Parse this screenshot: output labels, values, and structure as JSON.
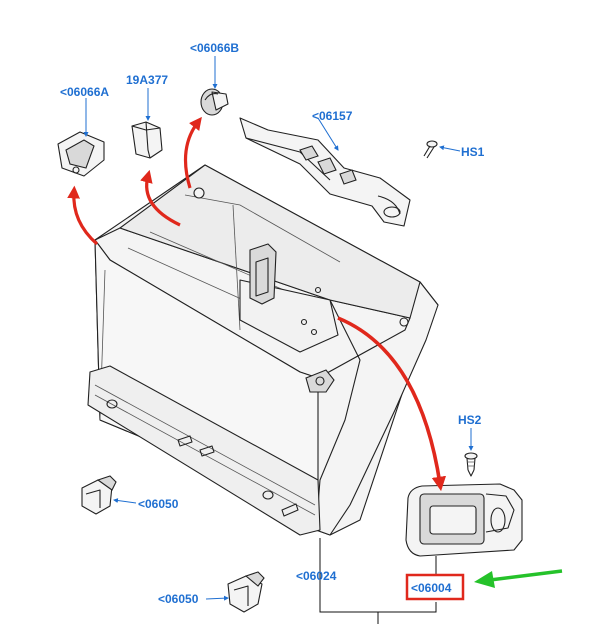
{
  "diagram": {
    "colors": {
      "label": "#1f6fd1",
      "arrow": "#e0281c",
      "highlight_box": "#e0281c",
      "pointer_arrow": "#25c22a",
      "line": "#222222"
    },
    "labels": {
      "part_06066B": "<06066B",
      "part_19A377": "19A377",
      "part_06066A": "<06066A",
      "part_06157": "<06157",
      "part_HS1": "HS1",
      "part_HS2": "HS2",
      "part_06050_upper": "<06050",
      "part_06050_lower": "<06050",
      "part_06024": "<06024",
      "part_06004": "<06004"
    }
  }
}
